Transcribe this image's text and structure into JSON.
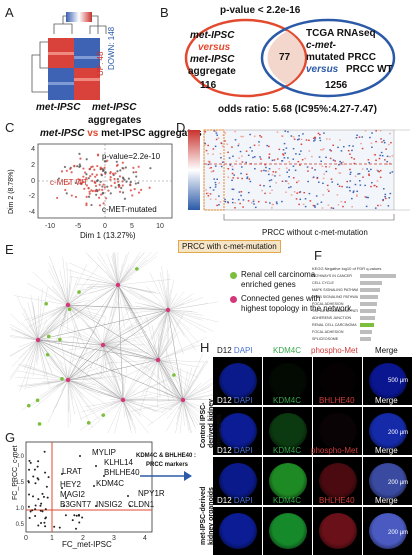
{
  "panels": {
    "A": {
      "label": "A",
      "legend": {
        "up": "UP: 48",
        "down": "DOWN: 148"
      },
      "col1": "met-IPSC",
      "col2_line1": "met-IPSC",
      "col2_line2": "aggregates"
    },
    "B": {
      "label": "B",
      "pvalue": "p-value < 2.2e-16",
      "left_line1": "met-IPSC",
      "left_line2": "versus",
      "left_line3": "met-IPSC",
      "left_line4": "aggregate",
      "left_count": "116",
      "overlap": "77",
      "right_line1": "TCGA RNAseq",
      "right_line2": "c-met-",
      "right_line3": "mutated PRCC",
      "right_line4": "versus",
      "right_line5": "PRCC WT",
      "right_count": "1256",
      "odds": "odds ratio: 5.68 (IC95%:4.27-7.47)",
      "colors": {
        "left": "#e2492f",
        "right": "#2b5aa8",
        "overlap_fill": "#f3d7cc"
      }
    },
    "C": {
      "label": "C",
      "title_a": "met-IPSC",
      "title_b": " vs ",
      "title_c": "met-IPSC aggregates",
      "pvalue": "p-value=2.2e-10",
      "wt": "c-MET WT",
      "mutated": "c-MET-mutated",
      "xlabel": "Dim 1 (13.27%)",
      "ylabel": "Dim 2 (8.78%)",
      "xticks": [
        "-10",
        "-5",
        "0",
        "5",
        "10"
      ],
      "yticks": [
        "-4",
        "-2",
        "0",
        "2",
        "4"
      ]
    },
    "D": {
      "label": "D",
      "prcc_without": "PRCC without c-met-mutation",
      "prcc_with": "PRCC with c-met-mutation"
    },
    "E": {
      "label": "E",
      "legend1_line1": "Renal cell carcinoma",
      "legend1_line2": "enriched genes",
      "legend2_line1": "Connected genes with",
      "legend2_line2": "highest topology in the network"
    },
    "F": {
      "label": "F",
      "title": "KEGG Negative log10 of FDR q-values",
      "rows": [
        "PATHWAYS IN CANCER",
        "CELL CYCLE",
        "MAPK SIGNALING PATHWAY",
        "ERBB SIGNALING PATHWAY",
        "FOCAL ADHESION",
        "TGF BETA SIGNALING PATHWAY",
        "ADHERENS JUNCTION",
        "RENAL CELL CARCINOMA",
        "FOCAL ADHESION",
        "SPLICEOSOME"
      ]
    },
    "G": {
      "label": "G",
      "ylabel": "FC_PRCC_c-met",
      "xlabel": "FC_met-IPSC",
      "xticks": [
        "0",
        "1",
        "2",
        "3",
        "4"
      ],
      "yticks": [
        "0.5",
        "1.0",
        "1.5",
        "2.0"
      ],
      "genes": [
        "MYLIP",
        "KLHL14",
        "LRAT",
        "BHLHE40",
        "HEY2",
        "KDM4C",
        "MAGI2",
        "NPY1R",
        "B3GNT7",
        "INSIG2",
        "CLDN1"
      ],
      "arrow_line1": "KDM4C & BHLHE40 :",
      "arrow_line2": "PRCC markers"
    },
    "H": {
      "label": "H",
      "headers_top": [
        "D12",
        "DAPI",
        "KDM4C",
        "phospho-Met",
        "Merge"
      ],
      "headers_row2": [
        "D12",
        "DAPI",
        "KDM4C",
        "BHLHE40",
        "Merge"
      ],
      "side_top_line1": "Control IPSC-",
      "side_top_line2": "derived kidney",
      "side_top_line3": "organoids",
      "side_bot_line1": "met-IPSC-derived",
      "side_bot_line2": "kidney organoids",
      "scale1": "500 µm",
      "scale2": "200 µm",
      "scale3": "200 µm",
      "scale4": "200 µm"
    }
  }
}
